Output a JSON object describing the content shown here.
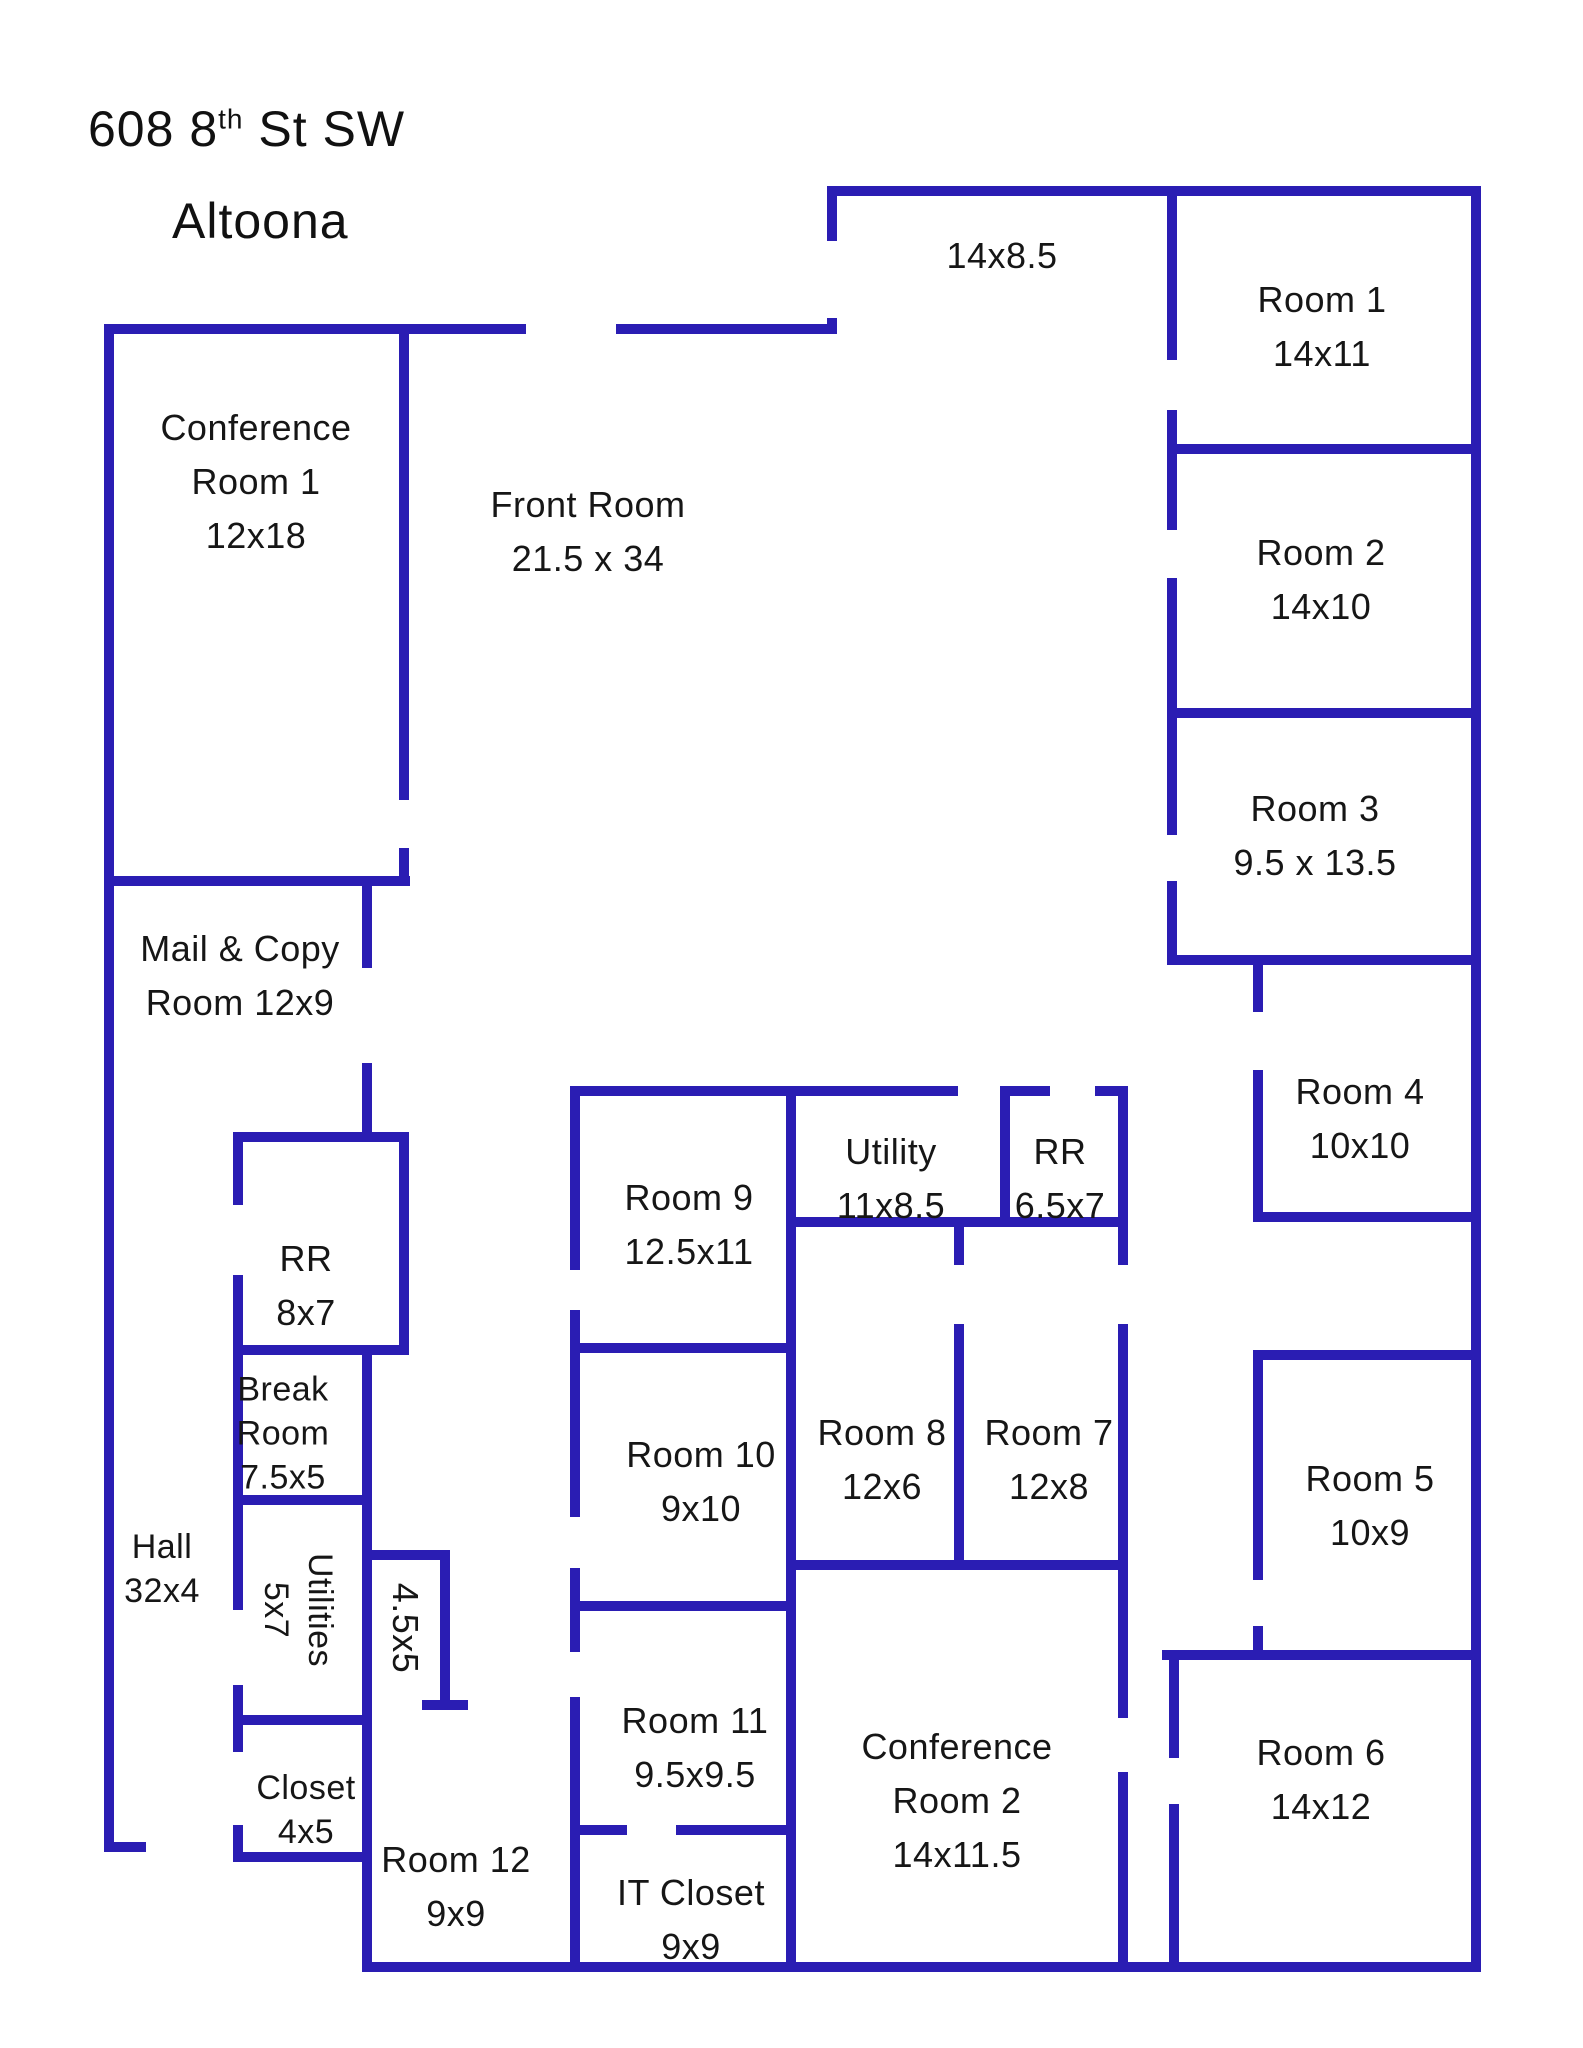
{
  "title": {
    "address_main": "608 8",
    "address_sup": "th",
    "address_rest": " St SW",
    "city": "Altoona"
  },
  "rooms": {
    "conference_room_1": {
      "line1": "Conference",
      "line2": "Room 1",
      "dims": "12x18"
    },
    "front_room": {
      "name": "Front Room",
      "dims": "21.5 x 34"
    },
    "entry_area": {
      "dims": "14x8.5"
    },
    "room_1": {
      "name": "Room 1",
      "dims": "14x11"
    },
    "room_2": {
      "name": "Room 2",
      "dims": "14x10"
    },
    "room_3": {
      "name": "Room 3",
      "dims": "9.5 x 13.5"
    },
    "room_4": {
      "name": "Room 4",
      "dims": "10x10"
    },
    "room_5": {
      "name": "Room 5",
      "dims": "10x9"
    },
    "room_6": {
      "name": "Room 6",
      "dims": "14x12"
    },
    "room_7": {
      "name": "Room 7",
      "dims": "12x8"
    },
    "room_8": {
      "name": "Room 8",
      "dims": "12x6"
    },
    "room_9": {
      "name": "Room 9",
      "dims": "12.5x11"
    },
    "room_10": {
      "name": "Room 10",
      "dims": "9x10"
    },
    "room_11": {
      "name": "Room 11",
      "dims": "9.5x9.5"
    },
    "room_12": {
      "name": "Room 12",
      "dims": "9x9"
    },
    "mail_copy_room": {
      "line1": "Mail & Copy",
      "line2": "Room 12x9"
    },
    "restroom_main": {
      "name": "RR",
      "dims": "8x7"
    },
    "restroom_small": {
      "name": "RR",
      "dims": "6.5x7"
    },
    "break_room": {
      "line1": "Break",
      "line2": "Room",
      "dims": "7.5x5"
    },
    "hall": {
      "name": "Hall",
      "dims": "32x4"
    },
    "utilities_closet": {
      "name": "Utilities",
      "dims": "5x7"
    },
    "utility_room": {
      "name": "Utility",
      "dims": "11x8.5"
    },
    "nook": {
      "dims": "4.5x5"
    },
    "closet": {
      "name": "Closet",
      "dims": "4x5"
    },
    "it_closet": {
      "name": "IT Closet",
      "dims": "9x9"
    },
    "conference_room_2": {
      "line1": "Conference",
      "line2": "Room 2",
      "dims": "14x11.5"
    }
  }
}
